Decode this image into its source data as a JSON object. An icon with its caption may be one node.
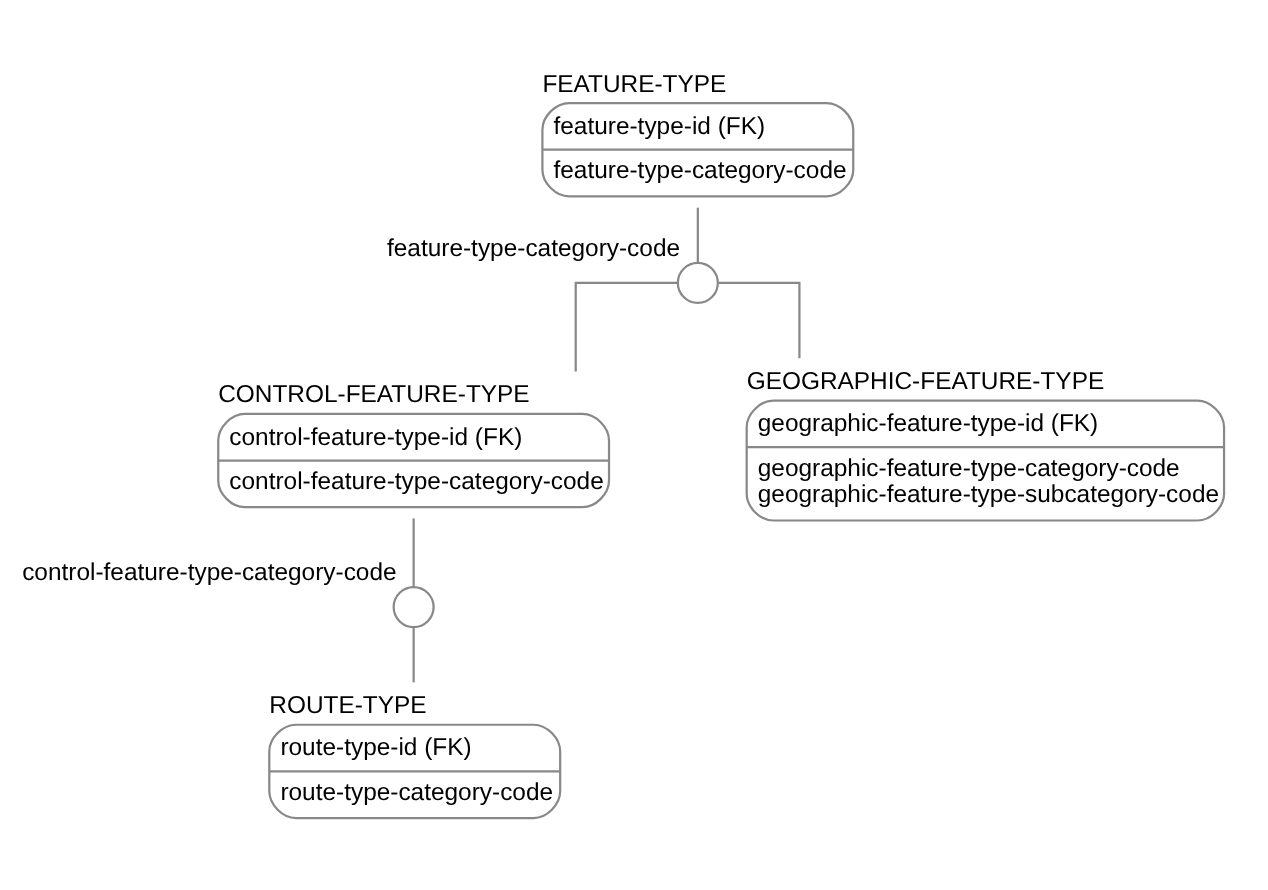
{
  "diagram": {
    "nodes": [
      {
        "text": [
          "FEATURE-TYPE",
          "feature-type-id (FK)",
          "feature-type-category-code"
        ]
      },
      {
        "text": [],
        "shape": "circle",
        "beside": [
          "feature-type-category-code"
        ]
      },
      {
        "text": [
          "CONTROL-FEATURE-TYPE",
          "control-feature-type-id (FK)",
          "control-feature-type-category-code"
        ]
      },
      {
        "text": [
          "GEOGRAPHIC-FEATURE-TYPE",
          "geographic-feature-type-id (FK)",
          "geographic-feature-type-category-code",
          "geographic-feature-type-subcategory-code"
        ]
      },
      {
        "text": [],
        "shape": "circle",
        "beside": [
          "control-feature-type-category-code"
        ]
      },
      {
        "text": [
          "ROUTE-TYPE",
          "route-type-id (FK)",
          "route-type-category-code"
        ]
      }
    ],
    "edges": [
      {
        "from": 0,
        "to": 1,
        "arrow": "none"
      },
      {
        "from": 1,
        "to": 2,
        "arrow": "none"
      },
      {
        "from": 1,
        "to": 3,
        "arrow": "none"
      },
      {
        "from": 2,
        "to": 4,
        "arrow": "none"
      },
      {
        "from": 4,
        "to": 5,
        "arrow": "none"
      }
    ]
  }
}
